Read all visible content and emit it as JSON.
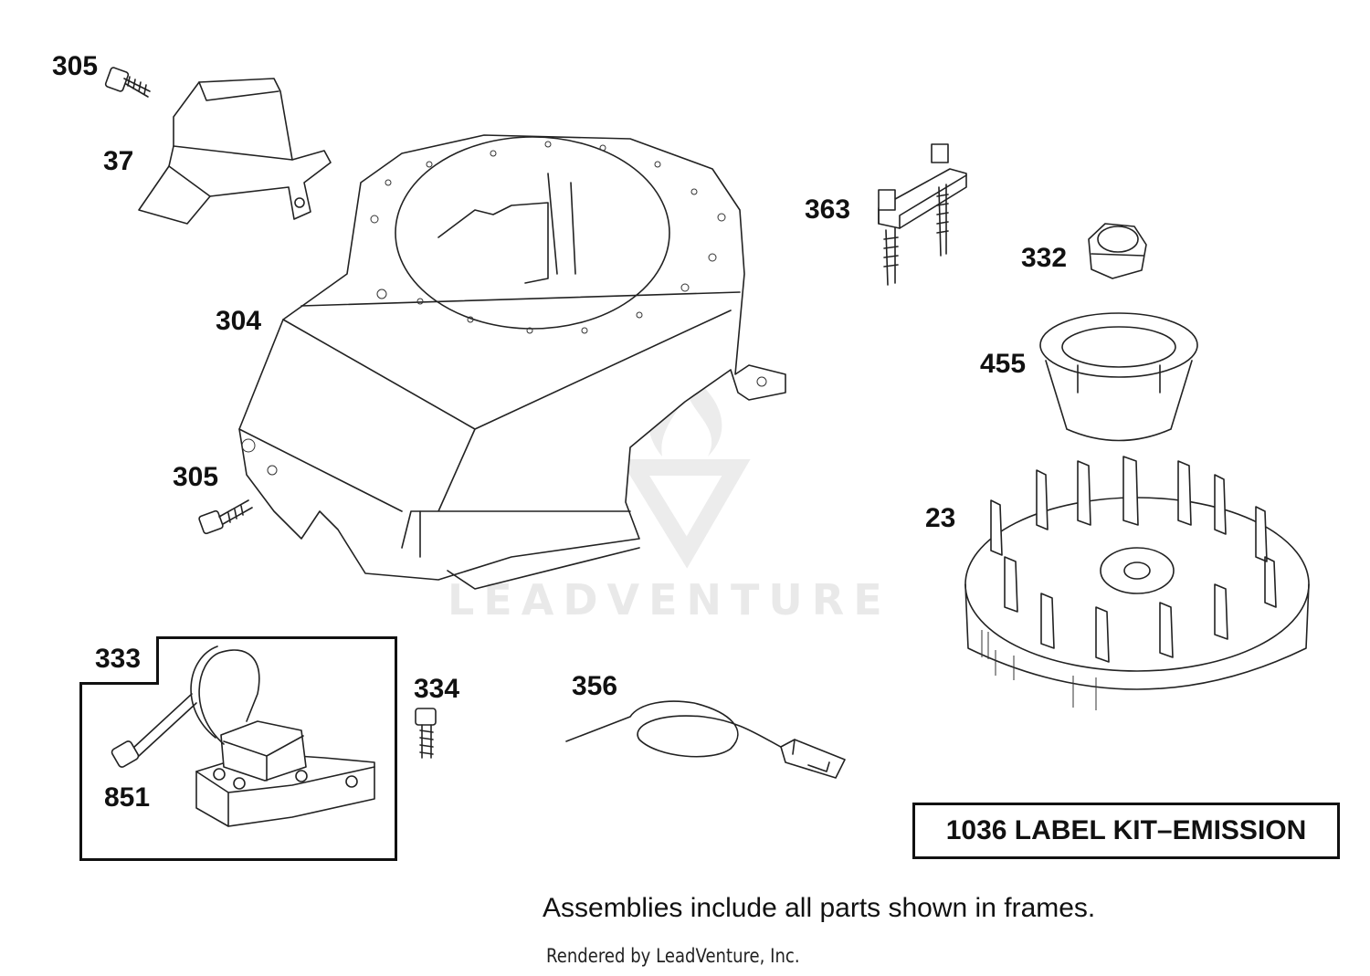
{
  "callouts": {
    "c305_top": "305",
    "c37": "37",
    "c304": "304",
    "c305_mid": "305",
    "c363": "363",
    "c332": "332",
    "c455": "455",
    "c23": "23",
    "c333": "333",
    "c851": "851",
    "c334": "334",
    "c356": "356"
  },
  "kit_label": "1036 LABEL KIT–EMISSION",
  "note": "Assemblies include all parts shown in frames.",
  "credit": "Rendered by LeadVenture, Inc.",
  "watermark": "LEADVENTURE",
  "colors": {
    "line": "#222222",
    "watermark": "#e9e9e9",
    "background": "#ffffff"
  }
}
